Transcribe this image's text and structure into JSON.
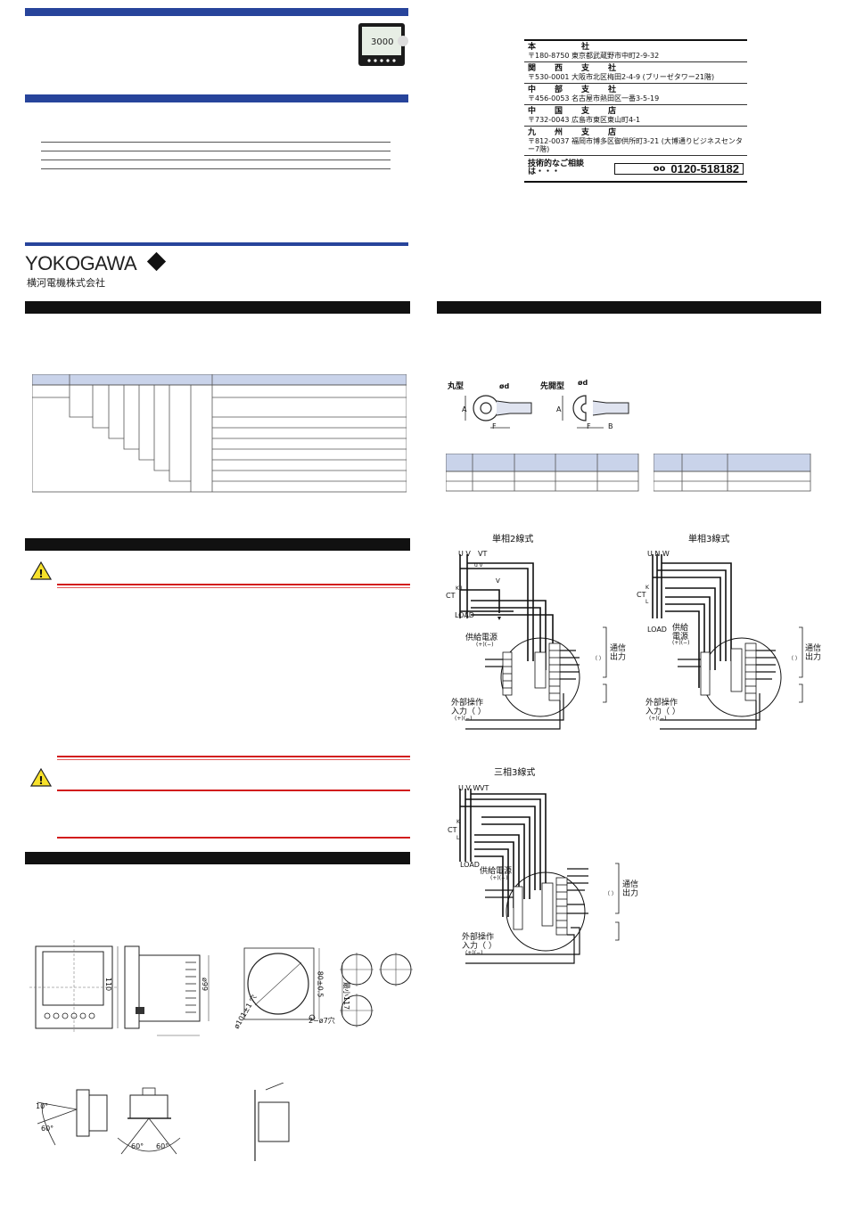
{
  "brand": {
    "logo_text": "YOKOGAWA",
    "company_jp": "横河電機株式会社"
  },
  "offices": [
    {
      "name": "本　　　社",
      "address": "〒180-8750 東京都武蔵野市中町2-9-32"
    },
    {
      "name": "関　西　支　社",
      "address": "〒530-0001 大阪市北区梅田2-4-9 (ブリーゼタワー21階)"
    },
    {
      "name": "中　部　支　社",
      "address": "〒456-0053 名古屋市熱田区一番3-5-19"
    },
    {
      "name": "中　国　支　店",
      "address": "〒732-0043 広島市東区東山町4-1"
    },
    {
      "name": "九　州　支　店",
      "address": "〒812-0037 福岡市博多区御供所町3-21 (大博通りビジネスセンター7階)"
    }
  ],
  "contact": {
    "label": "技術的なご相談は・・・",
    "phone": "0120-518182",
    "phone_icon": "free-dial-icon"
  },
  "terminals": {
    "round_label": "丸型",
    "fork_label": "先開型",
    "d_label": "ød",
    "a_label": "A",
    "f_label": "F",
    "b_label": "B"
  },
  "wiring": {
    "single_2": {
      "title": "単相2線式",
      "uv": "U V",
      "vt": "VT",
      "ct": "CT",
      "load": "LOAD",
      "supply": "供給電源",
      "ext": "外部操作",
      "input": "入力（  ）",
      "comm": "通信",
      "out": "出力",
      "pm": "(+)(−)",
      "uvw": "u v"
    },
    "single_3": {
      "title": "単相3線式",
      "unw": "U N W",
      "ct": "CT",
      "load": "LOAD",
      "supply1": "供給",
      "supply2": "電源",
      "ext": "外部操作",
      "input": "入力（  ）",
      "comm": "通信",
      "out": "出力",
      "pm": "(+)(−)"
    },
    "three_3": {
      "title": "三相3線式",
      "uvw": "U V W",
      "vt": "VT",
      "ct": "CT",
      "load": "LOAD",
      "supply": "供給電源",
      "ext": "外部操作",
      "input": "入力（  ）",
      "comm": "通信",
      "out": "出力",
      "pm": "(+)(−)"
    },
    "paren": "（  ）",
    "kl": "K L",
    "k": "K",
    "l": "L"
  },
  "dims": {
    "h110": "110",
    "d99": "ø99",
    "d101": "ø101±1 穴",
    "h80": "80±0.5",
    "hole": "2−ø7穴",
    "pitch": "最小117"
  },
  "angles": {
    "a10": "10°",
    "a60": "60°",
    "b60l": "60°",
    "b60r": "60°"
  },
  "colors": {
    "blue_bar": "#27449b",
    "black_bar": "#111111",
    "red_line": "#d21c1c",
    "table_head": "#c9d3ea"
  }
}
